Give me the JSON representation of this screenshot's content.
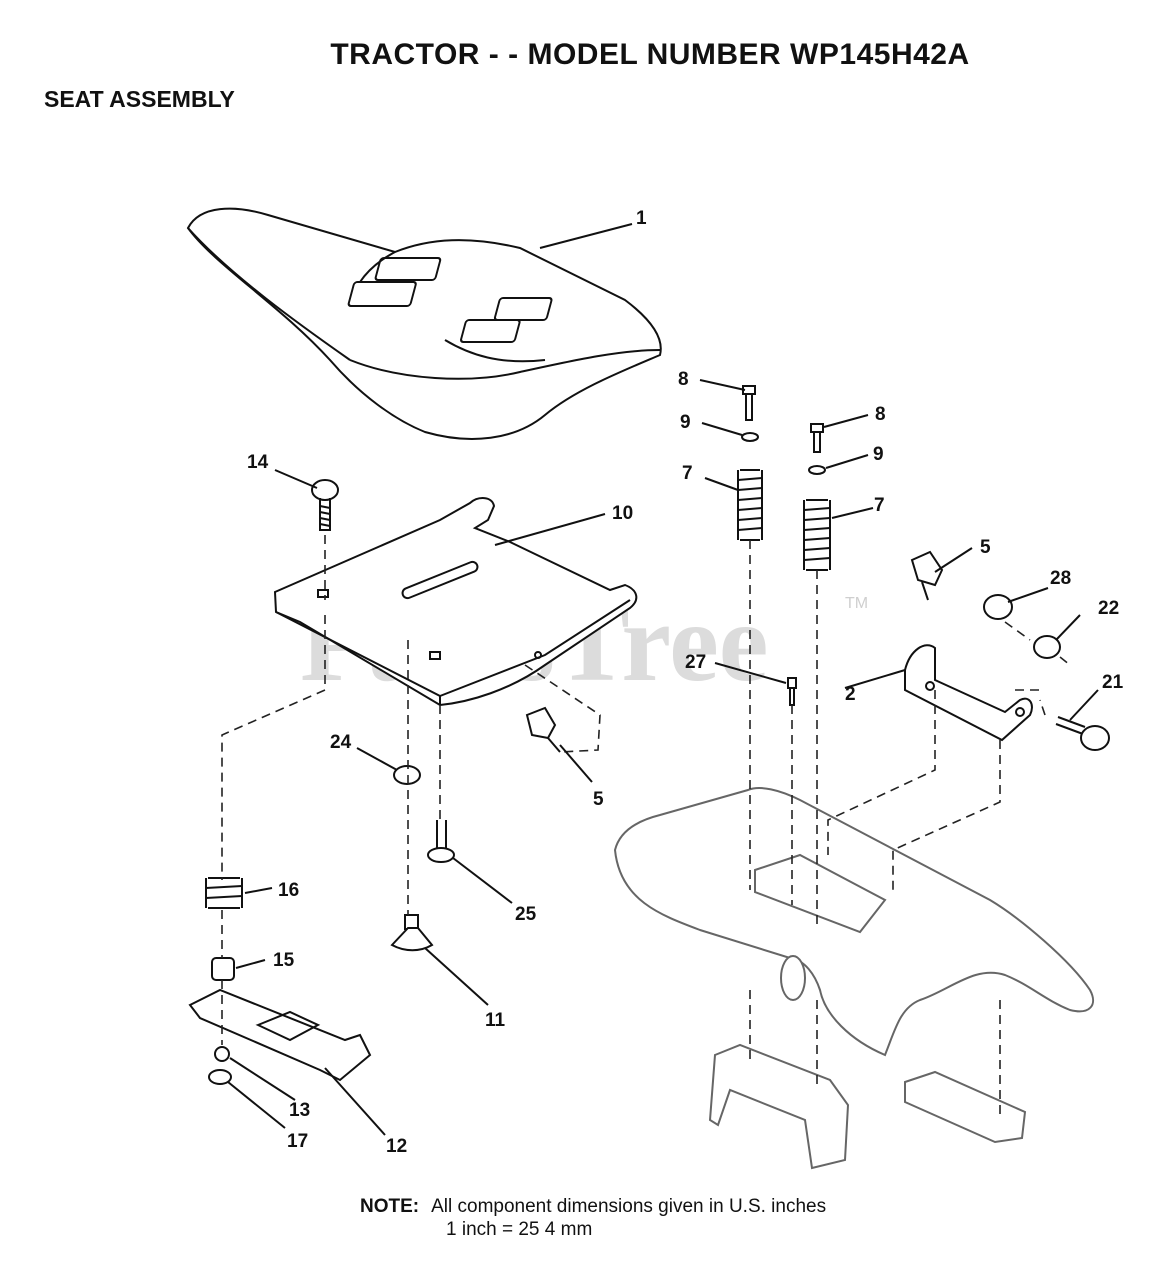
{
  "title": "TRACTOR - - MODEL NUMBER WP145H42A",
  "section": "SEAT ASSEMBLY",
  "watermark": "PartsTree",
  "watermark_mark": "TM",
  "note": {
    "label": "NOTE:",
    "line1": "All component dimensions given in U.S. inches",
    "line2": "1 inch = 25 4 mm"
  },
  "callouts": {
    "c1": "1",
    "c2": "2",
    "c5a": "5",
    "c5b": "5",
    "c7a": "7",
    "c7b": "7",
    "c8a": "8",
    "c8b": "8",
    "c9a": "9",
    "c9b": "9",
    "c10": "10",
    "c11": "11",
    "c12": "12",
    "c13": "13",
    "c14": "14",
    "c15": "15",
    "c16": "16",
    "c17": "17",
    "c21": "21",
    "c22": "22",
    "c24": "24",
    "c25": "25",
    "c27": "27",
    "c28": "28"
  }
}
